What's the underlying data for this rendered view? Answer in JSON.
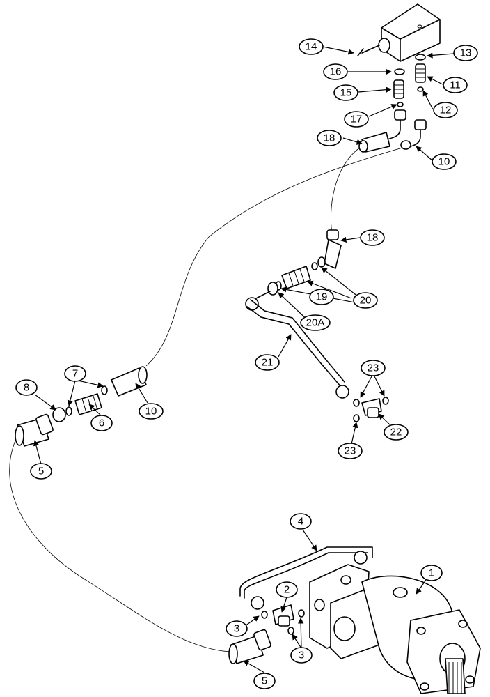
{
  "callouts": {
    "c1": "1",
    "c2": "2",
    "c3a": "3",
    "c3b": "3",
    "c4": "4",
    "c5a": "5",
    "c5b": "5",
    "c6": "6",
    "c7": "7",
    "c8": "8",
    "c10a": "10",
    "c10b": "10",
    "c11": "11",
    "c12": "12",
    "c13": "13",
    "c14": "14",
    "c15": "15",
    "c16": "16",
    "c17": "17",
    "c18a": "18",
    "c18b": "18",
    "c19": "19",
    "c20": "20",
    "c20a": "20A",
    "c21": "21",
    "c22": "22",
    "c23a": "23",
    "c23b": "23"
  }
}
